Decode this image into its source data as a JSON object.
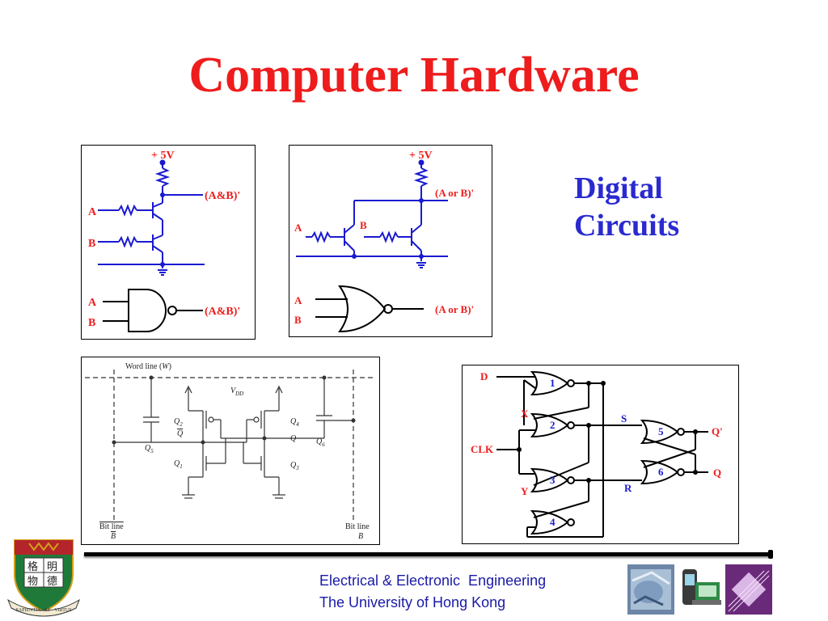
{
  "slide": {
    "title": "Computer Hardware",
    "subtitle_lines": [
      "Digital",
      "Circuits"
    ]
  },
  "nand_panel": {
    "vcc": "+ 5V",
    "output": "(A&B)'",
    "input_a": "A",
    "input_b": "B",
    "gate_input_a": "A",
    "gate_input_b": "B",
    "gate_output": "(A&B)'"
  },
  "nor_panel": {
    "vcc": "+ 5V",
    "output": "(A or B)'",
    "input_a": "A",
    "input_b": "B",
    "gate_input_a": "A",
    "gate_input_b": "B",
    "gate_output": "(A or B)'"
  },
  "sram_panel": {
    "word_line": "Word line (",
    "word_line_w": "W",
    "word_line_close": ")",
    "vdd_v": "V",
    "vdd_sub": "DD",
    "q2": "Q",
    "q2_sub": "2",
    "q_bar": "Q",
    "q4": "Q",
    "q4_sub": "4",
    "q_label": "Q",
    "q5": "Q",
    "q5_sub": "5",
    "q6": "Q",
    "q6_sub": "6",
    "q1": "Q",
    "q1_sub": "1",
    "q3": "Q",
    "q3_sub": "3",
    "bit_line_left": "Bit line",
    "bit_line_left_sym": "B",
    "bit_line_right": "Bit line",
    "bit_line_right_sym": "B"
  },
  "flipflop_panel": {
    "d": "D",
    "x": "X",
    "clk": "CLK",
    "y": "Y",
    "s": "S",
    "r": "R",
    "q_prime": "Q'",
    "q": "Q",
    "gates": [
      "1",
      "2",
      "3",
      "4",
      "5",
      "6"
    ]
  },
  "footer": {
    "line1": "Electrical & Electronic  Engineering",
    "line2": "The University of Hong Kong"
  },
  "crest": {
    "chars": [
      "格",
      "明",
      "物",
      "德"
    ],
    "motto": "SAPIENTIA · ET · VIRTUS"
  },
  "colors": {
    "title": "#ee1c1c",
    "subtitle": "#2a2ad0",
    "circuit_blue": "#1a1ad0",
    "footer_text": "#1a1aa8"
  }
}
